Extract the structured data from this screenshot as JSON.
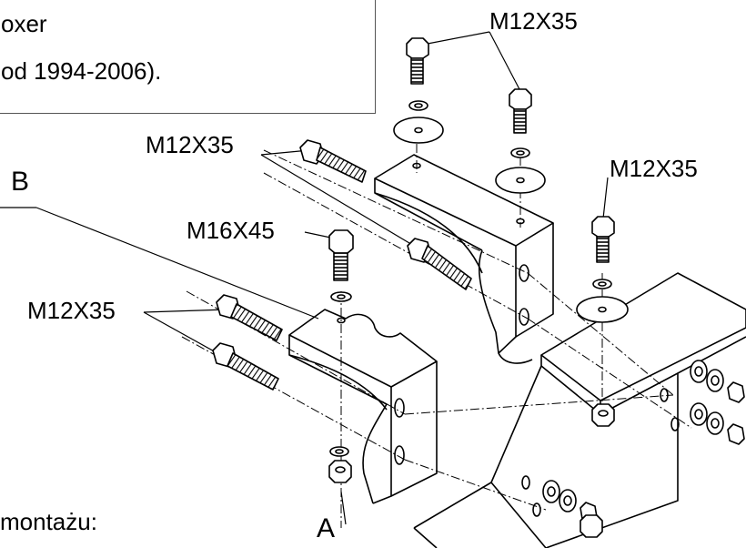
{
  "info_box": {
    "line1": "oxer",
    "line2": "od 1994-2006)."
  },
  "parts": {
    "bolt_top": "M12X35",
    "bolt_left_upper": "M12X35",
    "bolt_right": "M12X35",
    "bolt_center": "M16X45",
    "bolt_left_lower": "M12X35"
  },
  "refs": {
    "b": "B",
    "a": "A"
  },
  "footer": {
    "note": "montażu:"
  },
  "colors": {
    "ink": "#000000",
    "background": "#ffffff",
    "frame": "#555555"
  }
}
